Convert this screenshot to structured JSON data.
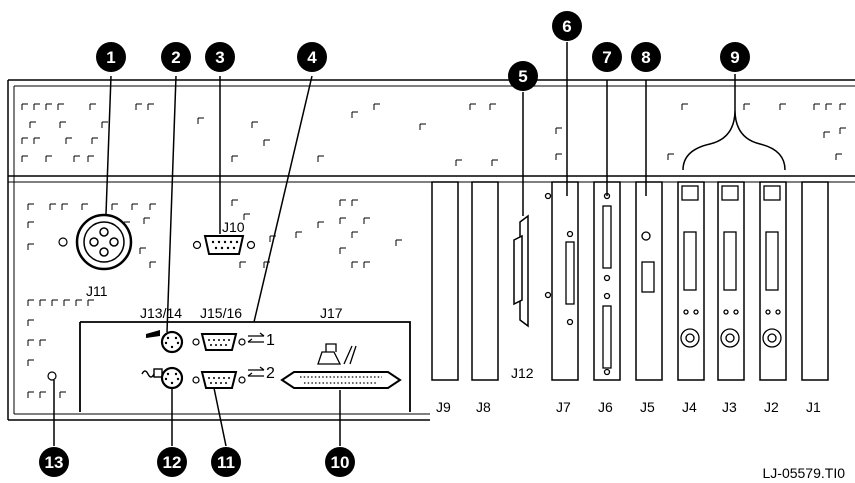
{
  "callouts": [
    "1",
    "2",
    "3",
    "4",
    "5",
    "6",
    "7",
    "8",
    "9",
    "10",
    "11",
    "12",
    "13"
  ],
  "labels": {
    "j11": "J11",
    "j10": "J10",
    "j13_14": "J13/14",
    "j15_16": "J15/16",
    "j17": "J17",
    "j12": "J12",
    "j9": "J9",
    "j8": "J8",
    "j7": "J7",
    "j6": "J6",
    "j5": "J5",
    "j4": "J4",
    "j3": "J3",
    "j2": "J2",
    "j1": "J1",
    "port1": "1",
    "port2": "2"
  },
  "figure_id": "LJ-05579.TI0"
}
